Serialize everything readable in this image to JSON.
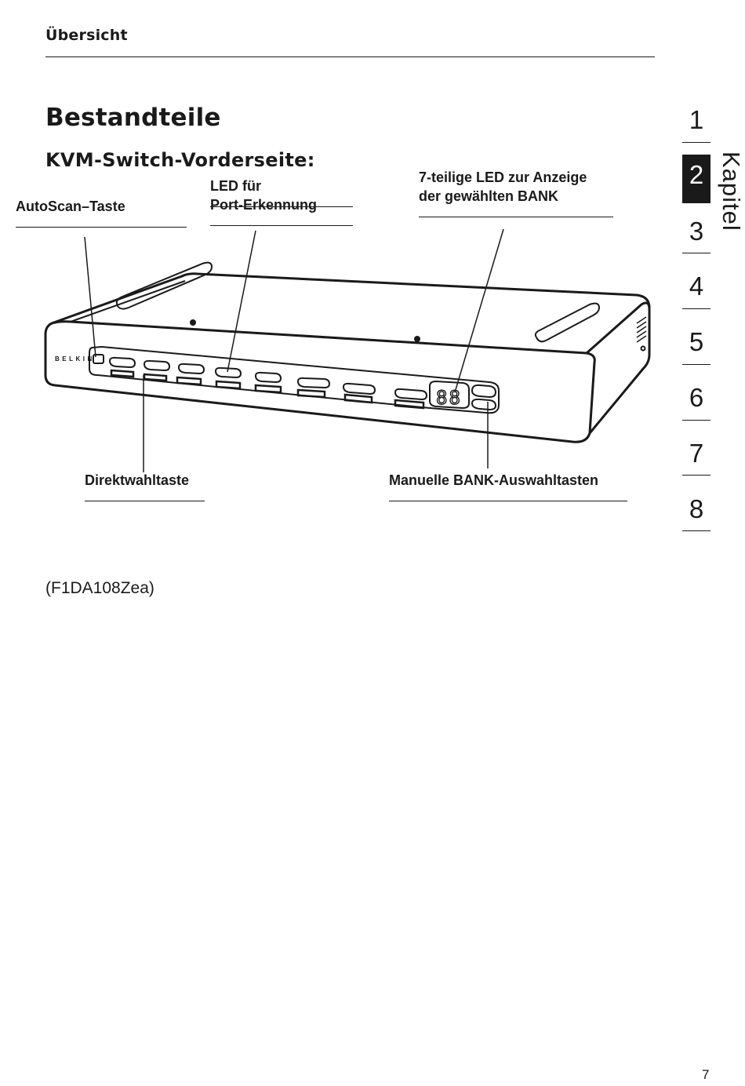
{
  "header": {
    "title": "Übersicht"
  },
  "section": {
    "title": "Bestandteile",
    "subtitle": "KVM-Switch-Vorderseite:"
  },
  "callouts": {
    "autoscan": "AutoScan–Taste",
    "led_line1": "LED für",
    "led_line2": "Port-Erkennung",
    "display_line1": "7-teilige LED zur Anzeige",
    "display_line2": "der gewählten BANK",
    "direct": "Direktwahltaste",
    "bank": "Manuelle BANK-Auswahltasten"
  },
  "device": {
    "brand": "BELKIN",
    "display_value": "88"
  },
  "model": "(F1DA108Zea)",
  "chapters": {
    "label": "Kapitel",
    "items": [
      "1",
      "2",
      "3",
      "4",
      "5",
      "6",
      "7",
      "8"
    ],
    "active": "2"
  },
  "page_number": "7",
  "colors": {
    "ink": "#1a1a1a",
    "paper": "#ffffff"
  }
}
